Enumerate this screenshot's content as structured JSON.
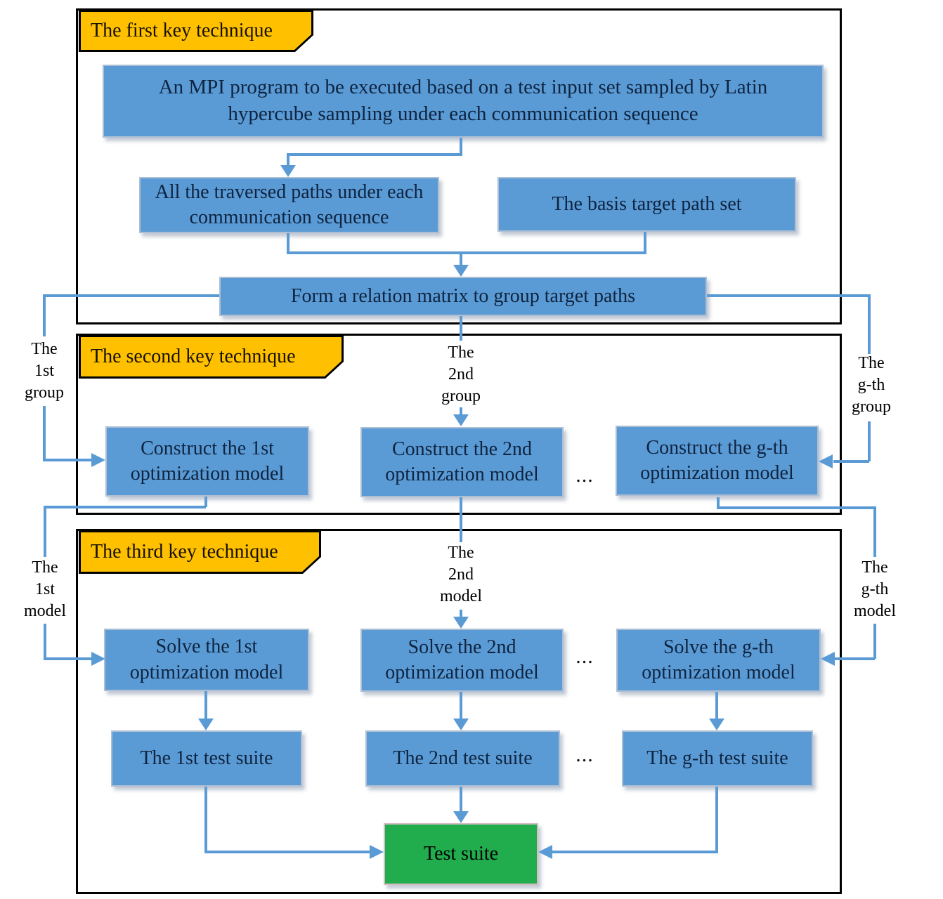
{
  "diagram": {
    "sections": [
      {
        "tag": "The first key technique"
      },
      {
        "tag": "The second key technique"
      },
      {
        "tag": "The third key technique"
      }
    ],
    "nodes": {
      "mpi_program": "An MPI  program to be executed based on a test input set sampled by Latin hypercube sampling under each communication sequence",
      "traversed_paths": "All the traversed paths under each communication sequence",
      "basis_target": "The basis target path set",
      "relation_matrix": "Form a relation matrix to group target paths",
      "construct_1st": "Construct the 1st optimization model",
      "construct_2nd": "Construct the 2nd optimization model",
      "construct_gth": "Construct the g-th optimization model",
      "solve_1st": "Solve the 1st optimization model",
      "solve_2nd": "Solve the 2nd optimization model",
      "solve_gth": "Solve the g-th optimization model",
      "suite_1st": "The 1st test suite",
      "suite_2nd": "The 2nd test suite",
      "suite_gth": "The g-th test suite",
      "test_suite": "Test suite"
    },
    "flow_labels": {
      "group_1st": [
        "The",
        "1st",
        "group"
      ],
      "group_2nd": [
        "The",
        "2nd",
        "group"
      ],
      "group_gth": [
        "The",
        "g-th",
        "group"
      ],
      "model_1st": [
        "The",
        "1st",
        "model"
      ],
      "model_2nd": [
        "The",
        "2nd",
        "model"
      ],
      "model_gth": [
        "The",
        "g-th",
        "model"
      ]
    },
    "ellipsis": "...",
    "colors": {
      "node_fill": "#5B9BD5",
      "tag_fill": "#FFC000",
      "result_fill": "#21AC4D",
      "connector": "#5B9BD5",
      "section_border": "#000000"
    }
  }
}
